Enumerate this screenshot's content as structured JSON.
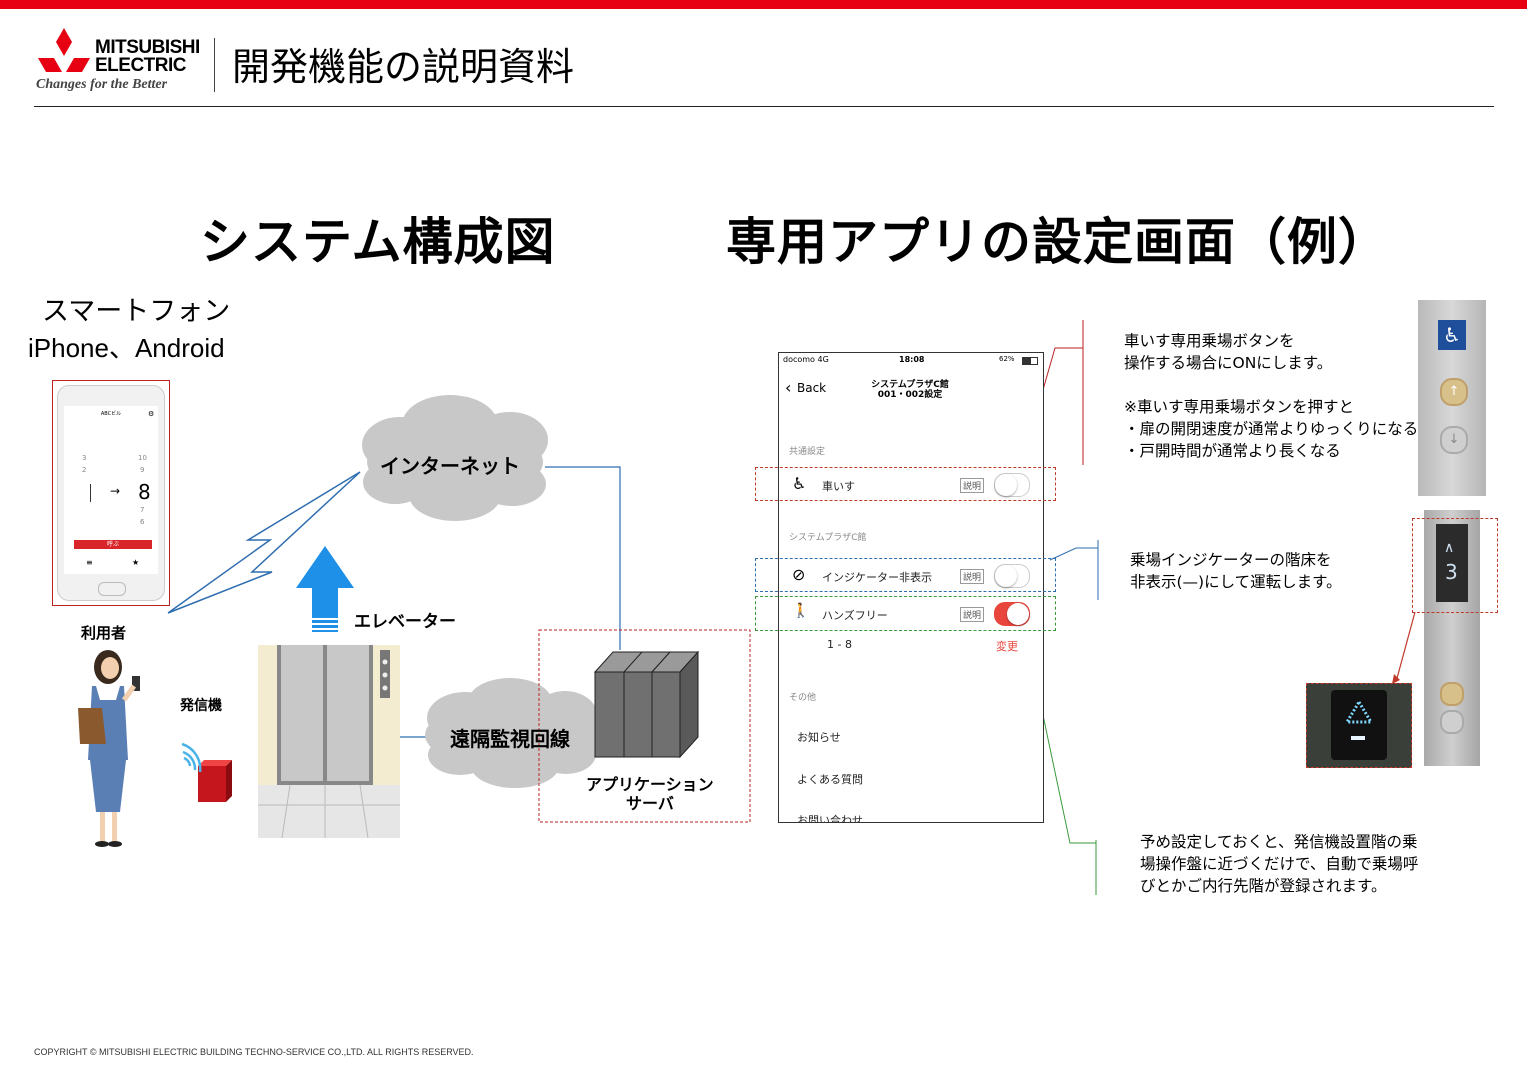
{
  "header": {
    "brand_line1": "MITSUBISHI",
    "brand_line2": "ELECTRIC",
    "tagline": "Changes for the Better",
    "doc_title": "開発機能の説明資料",
    "brand_color": "#e60012"
  },
  "left": {
    "section_title": "システム構成図",
    "smartphone_label": "スマートフォン",
    "os_label": "iPhone、Android",
    "user_label": "利用者",
    "transmitter_label": "発信機",
    "internet_label": "インターネット",
    "elevator_label": "エレベーター",
    "remote_line_label": "遠隔監視回線",
    "server_label_1": "アプリケーション",
    "server_label_2": "サーバ",
    "phone_screen": {
      "header": "ABCビル",
      "left_nums": [
        "3",
        "2"
      ],
      "right_nums_top": [
        "10",
        "9"
      ],
      "current_floor": "8",
      "right_nums_bottom": [
        "7",
        "6"
      ],
      "button": "呼ぶ"
    }
  },
  "right": {
    "section_title": "専用アプリの設定画面（例）",
    "app": {
      "status_carrier": "docomo 4G",
      "status_time": "18:08",
      "status_battery": "62%",
      "back": "Back",
      "title_line1": "システムプラザC館",
      "title_line2": "001・002設定",
      "section_common": "共通設定",
      "wheelchair": "車いす",
      "explain": "説明",
      "section_building": "システムプラザC館",
      "indicator_hide": "インジケーター非表示",
      "handsfree": "ハンズフリー",
      "floors": "1 - 8",
      "change": "変更",
      "section_other": "その他",
      "news": "お知らせ",
      "faq": "よくある質問",
      "cut_row": "お問い合わせ",
      "wheelchair_on": false,
      "indicator_hide_on": false,
      "handsfree_on": true
    },
    "notes": {
      "wheelchair": [
        "車いす専用乗場ボタンを",
        "操作する場合にONにします。",
        "",
        "※車いす専用乗場ボタンを押すと",
        "・扉の開閉速度が通常よりゆっくりになる",
        "・戸開時間が通常より長くなる"
      ],
      "indicator": [
        "乗場インジケーターの階床を",
        "非表示(—)にして運転します。"
      ],
      "handsfree": [
        "予め設定しておくと、発信機設置階の乗",
        "場操作盤に近づくだけで、自動で乗場呼",
        "びとかご内行先階が登録されます。"
      ]
    },
    "indicator_display": "3"
  },
  "footer": {
    "copyright": "COPYRIGHT © MITSUBISHI ELECTRIC BUILDING TECHNO-SERVICE CO.,LTD. ALL RIGHTS RESERVED."
  },
  "colors": {
    "red_dash": "#c0392b",
    "blue_dash": "#2e6db0",
    "green_dash": "#3a9a3a",
    "arrow_blue": "#1e90e8",
    "cloud_gray": "#c8c8c8",
    "toggle_on": "#e8453c"
  }
}
